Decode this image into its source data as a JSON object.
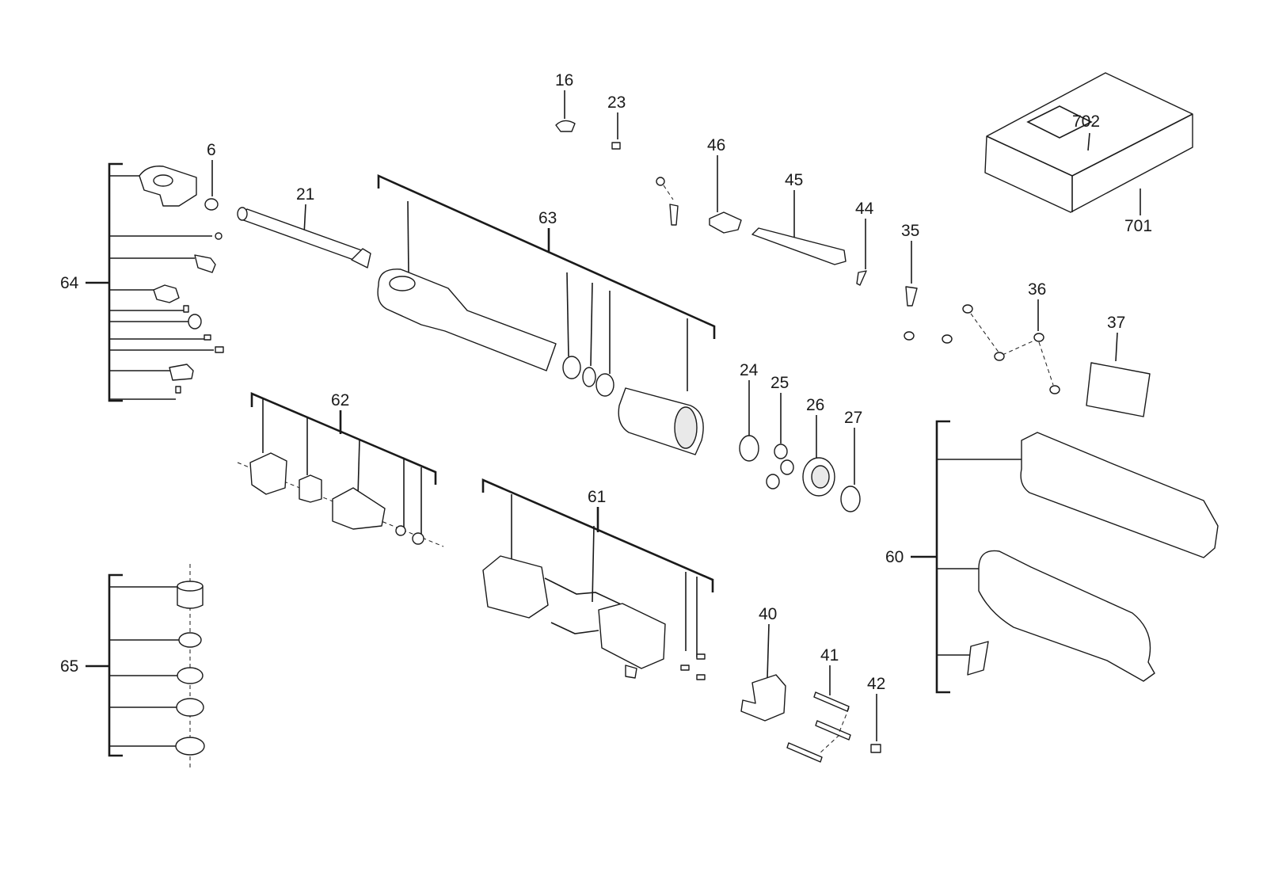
{
  "labels": {
    "p6": "6",
    "p16": "16",
    "p21": "21",
    "p23": "23",
    "p24": "24",
    "p25": "25",
    "p26": "26",
    "p27": "27",
    "p35": "35",
    "p36": "36",
    "p37": "37",
    "p40": "40",
    "p41": "41",
    "p42": "42",
    "p44": "44",
    "p45": "45",
    "p46": "46",
    "p60": "60",
    "p61": "61",
    "p62": "62",
    "p63": "63",
    "p64": "64",
    "p65": "65",
    "p701": "701",
    "p702": "702"
  }
}
